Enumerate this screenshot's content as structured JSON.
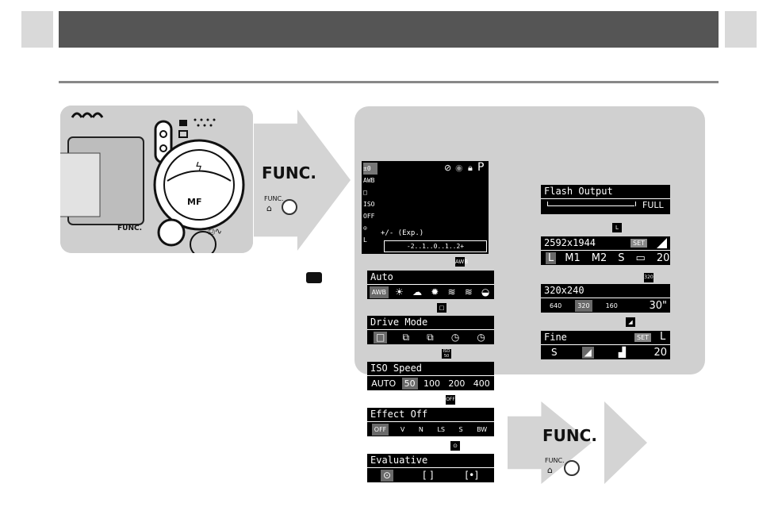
{
  "header": {},
  "func_label": "FUNC.",
  "func_small_label": "FUNC.",
  "camera": {
    "func_label": "FUNC.",
    "mf_label": "MF"
  },
  "lcd": {
    "mode": "P",
    "caption": "+/- (Exp.)",
    "scale": "-2..1..0..1..2+",
    "left_icons": [
      "±0",
      "AWB",
      "□",
      "ISO",
      "OFF",
      "⊙",
      "L"
    ]
  },
  "menus_left": [
    {
      "key": "wb",
      "title": "Auto",
      "options": [
        "AWB",
        "☀",
        "☁",
        "✹",
        "≋",
        "≋",
        "◒"
      ],
      "selected": 0
    },
    {
      "key": "drive",
      "title": "Drive Mode",
      "options": [
        "□",
        "⧉",
        "⧉",
        "◷",
        "◷"
      ],
      "selected": 0
    },
    {
      "key": "iso",
      "title": "ISO Speed",
      "options": [
        "AUTO",
        "50",
        "100",
        "200",
        "400"
      ],
      "selected": 1
    },
    {
      "key": "effect",
      "title": "Effect Off",
      "options": [
        "OFF",
        "V",
        "N",
        "LS",
        "S",
        "BW"
      ],
      "selected": 0
    },
    {
      "key": "meter",
      "title": "Evaluative",
      "options": [
        "⊙",
        "[ ]",
        "[•]"
      ],
      "selected": 0
    }
  ],
  "menus_right": {
    "flash": {
      "title": "Flash Output",
      "value": "FULL"
    },
    "recpix": {
      "title": "2592x1944",
      "set": "SET",
      "options": [
        "L",
        "M1",
        "M2",
        "S",
        "▭"
      ],
      "selected": 0,
      "count": "20"
    },
    "movie": {
      "title": "320x240",
      "options": [
        "640",
        "320",
        "160"
      ],
      "selected": 1,
      "count": "30\""
    },
    "quality": {
      "title": "Fine",
      "set": "SET",
      "size": "L",
      "options": [
        "S",
        "◢",
        "▟"
      ],
      "selected": 1,
      "count": "20"
    }
  },
  "small_icons": {
    "awb": "AWB",
    "drive": "□",
    "iso": "ISO 50",
    "effect": "OFF",
    "meter": "⊙",
    "large": "L",
    "movie": "320",
    "fine": "◢"
  },
  "colors": {
    "header_bar": "#555555",
    "panel_gray": "#d0d0d0",
    "lcd_black": "#000000",
    "selected_gray": "#6a6a6a"
  }
}
